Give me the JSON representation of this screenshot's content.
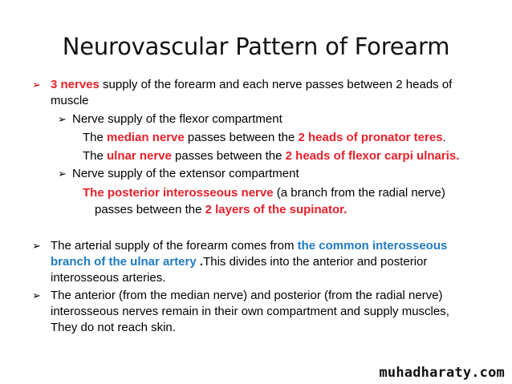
{
  "title": "Neurovascular Pattern of Forearm",
  "bullets": {
    "level1": "➢",
    "level2": "➢"
  },
  "p1": {
    "a": "3 nerves",
    "b": " supply of the forearm and each nerve passes between 2 heads of",
    "c": "muscle"
  },
  "p2": {
    "text": "Nerve supply of the flexor compartment"
  },
  "p3": {
    "a": "The ",
    "b": "median nerve",
    "c": " passes between the ",
    "d": "2 heads of pronator teres",
    "e": "."
  },
  "p4": {
    "a": "The ",
    "b": "ulnar nerve",
    "c": " passes between the ",
    "d": "2 heads of flexor carpi ulnaris."
  },
  "p5": {
    "text": "Nerve supply of the extensor compartment"
  },
  "p6": {
    "a": "The posterior interosseous nerve",
    "b": " (a branch from the radial nerve)",
    "c": "passes between the ",
    "d": "2 layers of the supinator."
  },
  "p7": {
    "a": "The arterial supply of the forearm comes from ",
    "b": "the common interosseous",
    "c": "branch of the ulnar artery",
    "d": " .",
    "e": "This divides into the anterior and posterior",
    "f": "interosseous arteries."
  },
  "p8": {
    "a": "The anterior (from the median nerve) and posterior (from the radial nerve)",
    "b": "interosseous nerves remain in their own compartment and supply muscles,",
    "c": "They do not reach skin."
  },
  "watermark": "muhadharaty.com"
}
